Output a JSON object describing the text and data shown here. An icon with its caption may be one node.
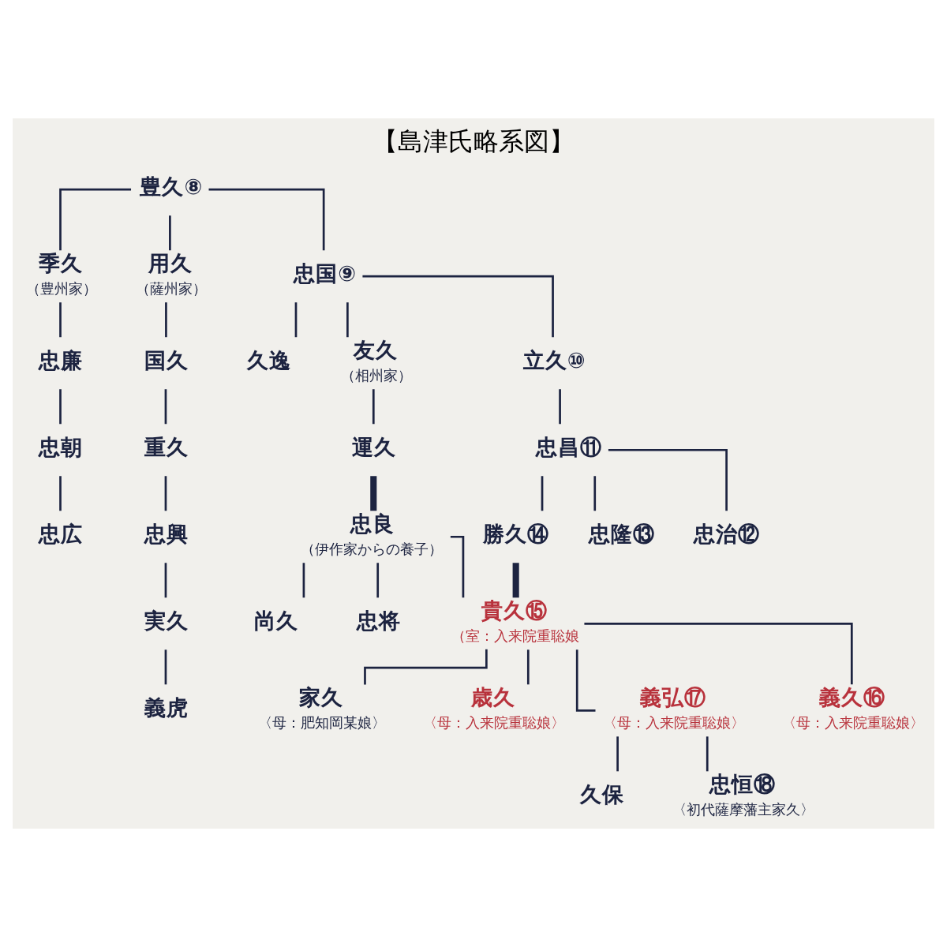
{
  "diagram": {
    "title": "【島津氏略系図】",
    "nodes": [
      {
        "text": [
          "豊久⑧"
        ]
      },
      {
        "text": [
          "季久"
        ],
        "beside": [
          "（豊州家）"
        ]
      },
      {
        "text": [
          "用久"
        ],
        "beside": [
          "（薩州家）"
        ]
      },
      {
        "text": [
          "忠国⑨"
        ]
      },
      {
        "text": [
          "忠廉"
        ]
      },
      {
        "text": [
          "国久"
        ]
      },
      {
        "text": [
          "久逸"
        ]
      },
      {
        "text": [
          "友久"
        ],
        "beside": [
          "（相州家）"
        ]
      },
      {
        "text": [
          "立久⑩"
        ]
      },
      {
        "text": [
          "忠朝"
        ]
      },
      {
        "text": [
          "重久"
        ]
      },
      {
        "text": [
          "忠広"
        ]
      },
      {
        "text": [
          "忠興"
        ]
      },
      {
        "text": [
          "運久"
        ]
      },
      {
        "text": [
          "忠昌⑪"
        ]
      },
      {
        "text": [
          "実久"
        ]
      },
      {
        "text": [
          "忠良"
        ],
        "beside": [
          "（伊作家からの養子）"
        ]
      },
      {
        "text": [
          "勝久⑭"
        ]
      },
      {
        "text": [
          "忠隆⑬"
        ]
      },
      {
        "text": [
          "忠治⑫"
        ]
      },
      {
        "text": [
          "義虎"
        ]
      },
      {
        "text": [
          "尚久"
        ]
      },
      {
        "text": [
          "忠将"
        ]
      },
      {
        "text": [
          "貴久⑮"
        ],
        "beside": [
          "（室：入来院重聡娘"
        ]
      },
      {
        "text": [
          "家久"
        ],
        "beside": [
          "〈母：肥知岡某娘〉"
        ]
      },
      {
        "text": [
          "歳久"
        ],
        "beside": [
          "〈母：入来院重聡娘〉"
        ]
      },
      {
        "text": [
          "義弘⑰"
        ],
        "beside": [
          "〈母：入来院重聡娘〉"
        ]
      },
      {
        "text": [
          "義久⑯"
        ],
        "beside": [
          "〈母：入来院重聡娘〉"
        ]
      },
      {
        "text": [
          "久保"
        ]
      },
      {
        "text": [
          "忠恒⑱"
        ],
        "beside": [
          "〈初代薩摩藩主家久〉"
        ]
      }
    ],
    "edges": [
      {
        "from": 0,
        "to": 3,
        "arrow": "none"
      },
      {
        "from": 0,
        "to": 2,
        "arrow": "none"
      },
      {
        "from": 0,
        "to": 1,
        "arrow": "none"
      },
      {
        "from": 3,
        "to": 8,
        "arrow": "none"
      },
      {
        "from": 3,
        "to": 7,
        "arrow": "none"
      },
      {
        "from": 3,
        "to": 6,
        "arrow": "none"
      },
      {
        "from": 1,
        "to": 4,
        "arrow": "none"
      },
      {
        "from": 4,
        "to": 9,
        "arrow": "none"
      },
      {
        "from": 9,
        "to": 11,
        "arrow": "none"
      },
      {
        "from": 2,
        "to": 5,
        "arrow": "none"
      },
      {
        "from": 5,
        "to": 10,
        "arrow": "none"
      },
      {
        "from": 10,
        "to": 12,
        "arrow": "none"
      },
      {
        "from": 12,
        "to": 15,
        "arrow": "none"
      },
      {
        "from": 15,
        "to": 20,
        "arrow": "none"
      },
      {
        "from": 7,
        "to": 13,
        "arrow": "none"
      },
      {
        "from": 13,
        "to": 16,
        "arrow": "none",
        "style": "thick"
      },
      {
        "from": 8,
        "to": 14,
        "arrow": "none"
      },
      {
        "from": 14,
        "to": 19,
        "arrow": "none"
      },
      {
        "from": 14,
        "to": 18,
        "arrow": "none"
      },
      {
        "from": 14,
        "to": 17,
        "arrow": "none"
      },
      {
        "from": 17,
        "to": 23,
        "arrow": "none",
        "style": "thick"
      },
      {
        "from": 16,
        "to": 22,
        "arrow": "none"
      },
      {
        "from": 16,
        "to": 21,
        "arrow": "none"
      },
      {
        "from": 16,
        "to": 23,
        "arrow": "none"
      },
      {
        "from": 23,
        "to": 27,
        "arrow": "none"
      },
      {
        "from": 23,
        "to": 26,
        "arrow": "none"
      },
      {
        "from": 23,
        "to": 25,
        "arrow": "none"
      },
      {
        "from": 23,
        "to": 24,
        "arrow": "none"
      },
      {
        "from": 26,
        "to": 28,
        "arrow": "none"
      },
      {
        "from": 26,
        "to": 29,
        "arrow": "none"
      }
    ]
  }
}
